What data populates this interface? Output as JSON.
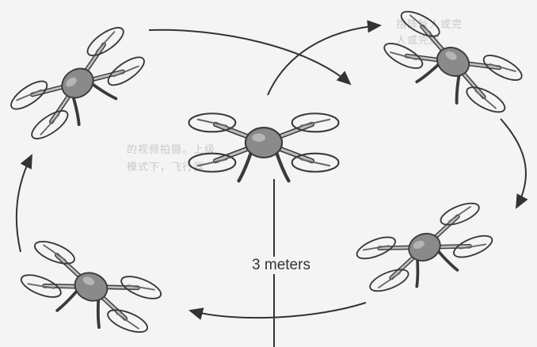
{
  "diagram": {
    "radius_label": "3 meters",
    "background_ghost_text": [
      "指阵秋人或完",
      "人或完成",
      "的视频拍摄。上级",
      "模式下，飞行器"
    ],
    "colors": {
      "background": "#f4f4f4",
      "drone_body": "#8a8a8a",
      "drone_outline": "#3a3a3a",
      "arrow": "#333333"
    },
    "icons": [
      "drone-icon",
      "arrow-icon"
    ],
    "drones": [
      {
        "name": "drone-center",
        "orientation": "front"
      },
      {
        "name": "drone-top-left",
        "orientation": "tilted-left"
      },
      {
        "name": "drone-top-right",
        "orientation": "tilted-right"
      },
      {
        "name": "drone-bottom-right",
        "orientation": "tilted-right"
      },
      {
        "name": "drone-bottom-left",
        "orientation": "tilted-left"
      }
    ]
  }
}
